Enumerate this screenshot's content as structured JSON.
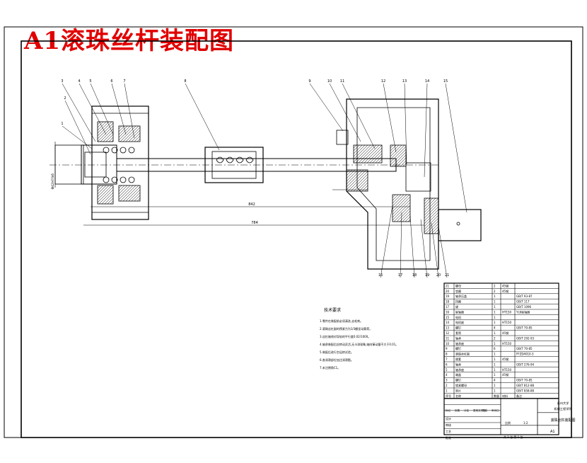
{
  "title": "A1滚珠丝杆装配图",
  "colors": {
    "title": "#e10000",
    "line": "#000000",
    "hatch": "#000000"
  },
  "callouts": [
    "1",
    "2",
    "3",
    "4",
    "5",
    "6",
    "7",
    "8",
    "9",
    "10",
    "11",
    "12",
    "13",
    "14",
    "15",
    "16",
    "17",
    "18",
    "19",
    "20",
    "21"
  ],
  "dimensions": {
    "overall_length": "842",
    "span_length": "784",
    "bore": "Φ42H7/k6"
  },
  "technical_requirements": {
    "heading": "技术要求",
    "items": [
      "1.零件在装配前必须清洗,去毛刺。",
      "2.滚珠丝杠副的预紧力为1/3额定动载荷。",
      "3.丝杠轴线对导轨的平行度0.02/1000。",
      "4.轴承装配后应转动灵活,无卡滞现象,轴向窜动量不大于0.01。",
      "5.装配后进行空运转试验。",
      "6.各润滑部位加注润滑脂。",
      "7.未注倒角C1。"
    ]
  },
  "parts_list": [
    {
      "no": "21",
      "name": "螺母",
      "qty": "2",
      "mat": "45钢",
      "std": ""
    },
    {
      "no": "20",
      "name": "垫圈",
      "qty": "2",
      "mat": "45钢",
      "std": ""
    },
    {
      "no": "19",
      "name": "轴承压盖",
      "qty": "1",
      "mat": "",
      "std": "GB/T 93-87"
    },
    {
      "no": "18",
      "name": "挡圈",
      "qty": "1",
      "mat": "",
      "std": "GB/T 117"
    },
    {
      "no": "17",
      "name": "键",
      "qty": "1",
      "mat": "",
      "std": "GB/T 1096"
    },
    {
      "no": "16",
      "name": "联轴器",
      "qty": "1",
      "mat": "HT150",
      "std": "YL6联轴器"
    },
    {
      "no": "15",
      "name": "电机",
      "qty": "1",
      "mat": "",
      "std": ""
    },
    {
      "no": "14",
      "name": "电机座",
      "qty": "1",
      "mat": "HT150",
      "std": ""
    },
    {
      "no": "13",
      "name": "螺钉",
      "qty": "4",
      "mat": "",
      "std": "GB/T 70-85"
    },
    {
      "no": "12",
      "name": "套筒",
      "qty": "1",
      "mat": "45钢",
      "std": ""
    },
    {
      "no": "11",
      "name": "轴承",
      "qty": "2",
      "mat": "",
      "std": "GB/T 292-93"
    },
    {
      "no": "10",
      "name": "轴承座",
      "qty": "1",
      "mat": "HT150",
      "std": ""
    },
    {
      "no": "9",
      "name": "螺钉",
      "qty": "6",
      "mat": "",
      "std": "GB/T 70-85"
    },
    {
      "no": "8",
      "name": "滚珠丝杠副",
      "qty": "1",
      "mat": "",
      "std": "FFZD4010-3"
    },
    {
      "no": "7",
      "name": "隔套",
      "qty": "1",
      "mat": "45钢",
      "std": ""
    },
    {
      "no": "6",
      "name": "轴承",
      "qty": "1",
      "mat": "",
      "std": "GB/T 276-94"
    },
    {
      "no": "5",
      "name": "轴承座",
      "qty": "1",
      "mat": "HT150",
      "std": ""
    },
    {
      "no": "4",
      "name": "端盖",
      "qty": "1",
      "mat": "45钢",
      "std": ""
    },
    {
      "no": "3",
      "name": "螺钉",
      "qty": "4",
      "mat": "",
      "std": "GB/T 70-85"
    },
    {
      "no": "2",
      "name": "锁紧螺母",
      "qty": "1",
      "mat": "",
      "std": "GB/T 812-88"
    },
    {
      "no": "1",
      "name": "垫片",
      "qty": "1",
      "mat": "",
      "std": "GB/T 858-88"
    }
  ],
  "parts_header": {
    "no": "序号",
    "name": "名称",
    "qty": "数量",
    "mat": "材料",
    "std": "备注"
  },
  "title_block": {
    "institute": "贵州大学",
    "subtitle": "机械工程学院",
    "drawing_name": "滚珠丝杠装配图",
    "scale_label": "比例",
    "scale": "1:2",
    "sheet": "A1",
    "sheet_count": "共 1 张 第 1 张",
    "rows": [
      "标记",
      "处数",
      "分区",
      "更改文件号",
      "签名",
      "年月日"
    ],
    "roles": [
      "设计",
      "审核",
      "工艺",
      "批准"
    ]
  }
}
